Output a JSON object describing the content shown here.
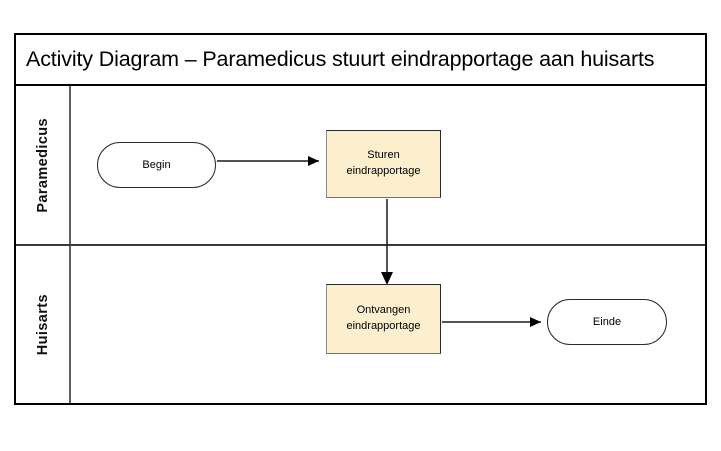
{
  "diagram": {
    "title": "Activity Diagram – Paramedicus stuurt eindrapportage aan huisarts",
    "type": "uml-activity-swimlane",
    "colors": {
      "activity_fill": "#FCEFCD",
      "activity_border": "#2b2b2b",
      "node_fill": "#FFFFFF",
      "frame_border": "#000000",
      "divider": "#5a5f63",
      "connector": "#1a1a1a",
      "background": "#FFFFFF"
    },
    "lanes": [
      {
        "id": "lane-paramedicus",
        "label": "Paramedicus"
      },
      {
        "id": "lane-huisarts",
        "label": "Huisarts"
      }
    ],
    "nodes": [
      {
        "id": "begin",
        "label": "Begin",
        "shape": "stadium",
        "lane": "lane-paramedicus"
      },
      {
        "id": "sturen",
        "label_line1": "Sturen",
        "label_line2": "eindrapportage",
        "shape": "rectangle",
        "lane": "lane-paramedicus"
      },
      {
        "id": "ontvangen",
        "label_line1": "Ontvangen",
        "label_line2": "eindrapportage",
        "shape": "rectangle",
        "lane": "lane-huisarts"
      },
      {
        "id": "einde",
        "label": "Einde",
        "shape": "stadium",
        "lane": "lane-huisarts"
      }
    ],
    "edges": [
      {
        "id": "edge-begin-sturen",
        "from": "begin",
        "to": "sturen",
        "label": "",
        "direction": "horizontal"
      },
      {
        "id": "edge-sturen-ontvangen",
        "from": "sturen",
        "to": "ontvangen",
        "label": "",
        "direction": "vertical"
      },
      {
        "id": "edge-ontvangen-einde",
        "from": "ontvangen",
        "to": "einde",
        "label": "",
        "direction": "horizontal"
      }
    ]
  }
}
